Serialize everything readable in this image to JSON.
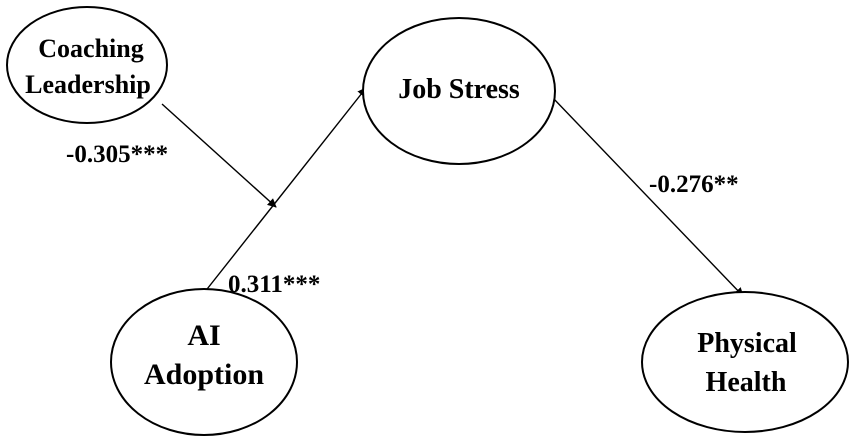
{
  "nodes": {
    "coaching": {
      "line1": "Coaching",
      "line2": "Leadership"
    },
    "job_stress": {
      "label": "Job Stress"
    },
    "ai_adoption": {
      "line1": "AI",
      "line2": "Adoption"
    },
    "physical_health": {
      "line1": "Physical",
      "line2": "Health"
    }
  },
  "edges": {
    "coaching_moderation": {
      "label": "-0.305***"
    },
    "ai_to_stress": {
      "label": "0.311***"
    },
    "stress_to_health": {
      "label": "-0.276**"
    }
  },
  "colors": {
    "stroke": "#000000",
    "background": "#ffffff"
  }
}
